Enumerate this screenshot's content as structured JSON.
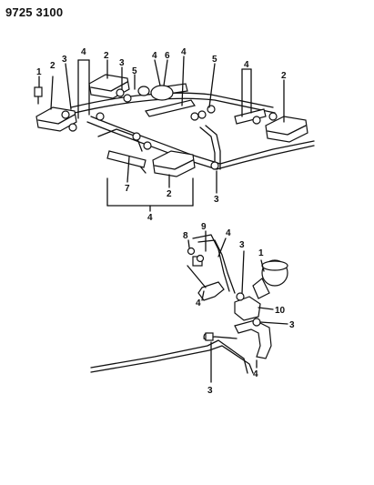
{
  "header": {
    "code": "9725 3100"
  },
  "callouts": {
    "top": [
      "1",
      "2",
      "3",
      "4",
      "2",
      "3",
      "5",
      "4",
      "6",
      "4",
      "5",
      "4",
      "2",
      "7",
      "2",
      "3",
      "4"
    ],
    "bottom": [
      "9",
      "8",
      "4",
      "3",
      "1",
      "4",
      "10",
      "3",
      "3",
      "4"
    ]
  }
}
